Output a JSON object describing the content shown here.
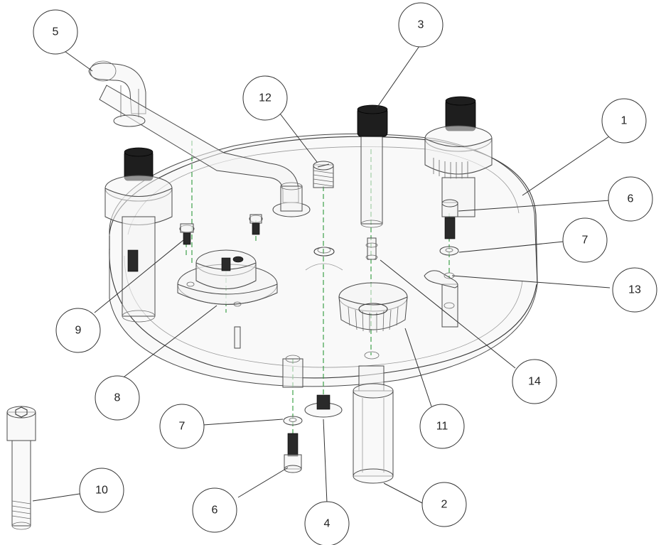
{
  "callouts": [
    {
      "id": "callout-1",
      "label": "1"
    },
    {
      "id": "callout-2",
      "label": "2"
    },
    {
      "id": "callout-3",
      "label": "3"
    },
    {
      "id": "callout-4",
      "label": "4"
    },
    {
      "id": "callout-5",
      "label": "5"
    },
    {
      "id": "callout-6-top",
      "label": "6"
    },
    {
      "id": "callout-6-bottom",
      "label": "6"
    },
    {
      "id": "callout-7-top",
      "label": "7"
    },
    {
      "id": "callout-7-bottom",
      "label": "7"
    },
    {
      "id": "callout-8",
      "label": "8"
    },
    {
      "id": "callout-9",
      "label": "9"
    },
    {
      "id": "callout-10",
      "label": "10"
    },
    {
      "id": "callout-11",
      "label": "11"
    },
    {
      "id": "callout-12",
      "label": "12"
    },
    {
      "id": "callout-13",
      "label": "13"
    },
    {
      "id": "callout-14",
      "label": "14"
    }
  ],
  "colors": {
    "assembly_axis": "#2e9a3a",
    "outline": "#3a3a3a",
    "knob": "#1e1e1e"
  }
}
